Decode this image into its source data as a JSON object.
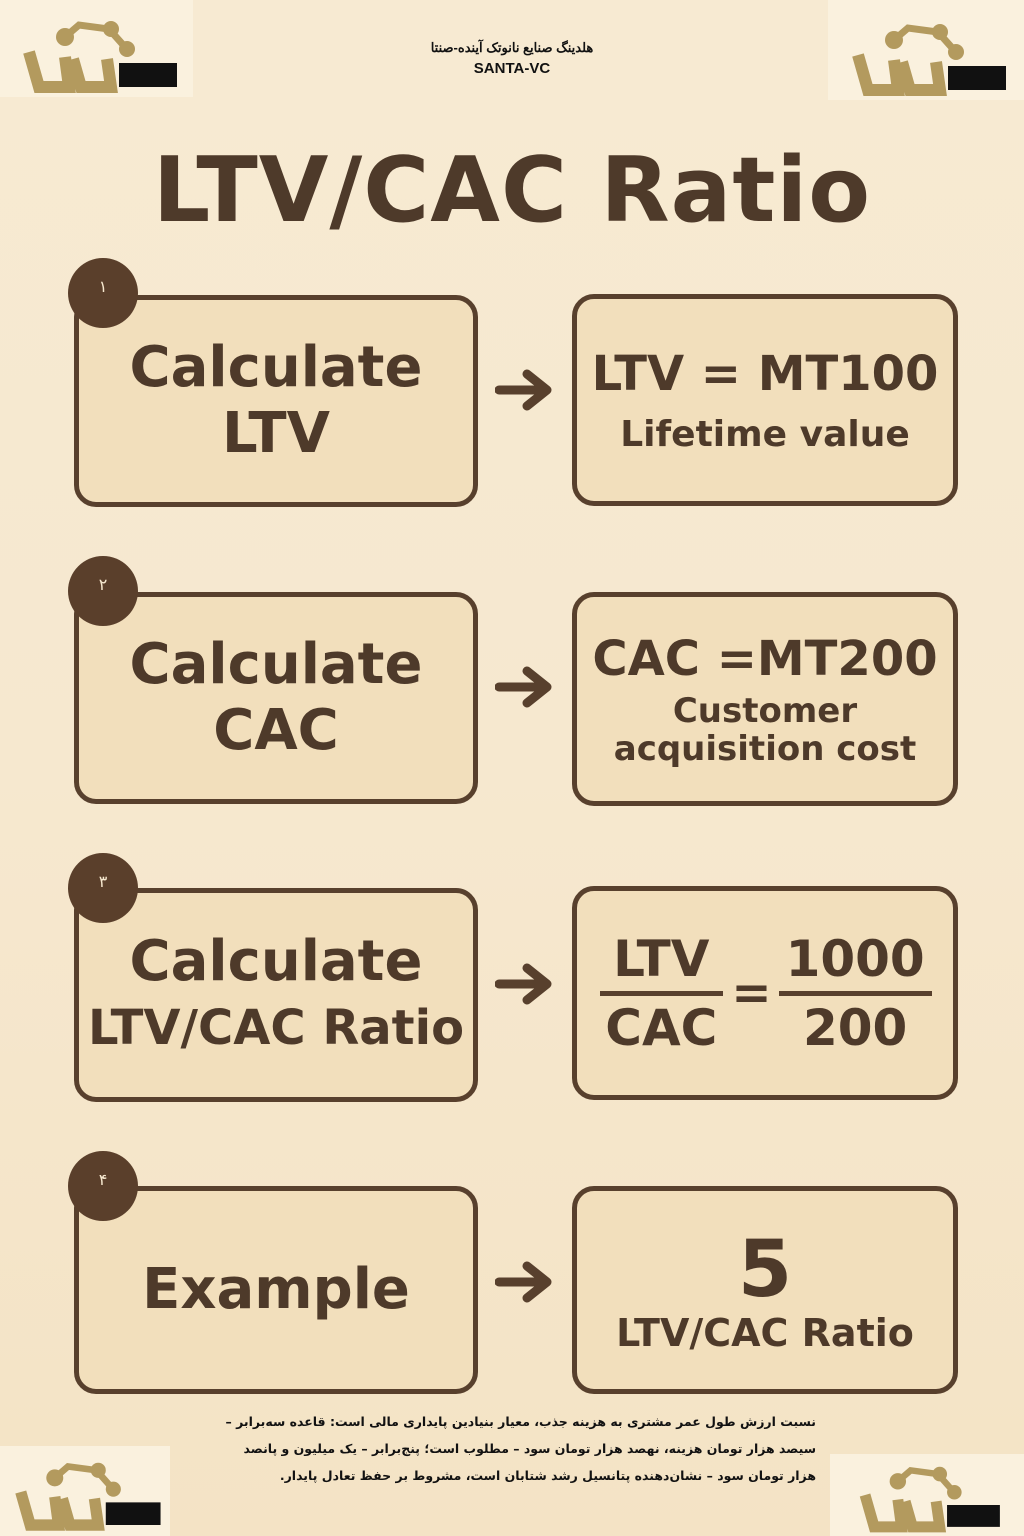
{
  "header": {
    "org_fa": "هلدینگ صنایع نانوتک آینده-صنتا",
    "org_en": "SANTA-VC"
  },
  "title": "LTV/CAC Ratio",
  "steps": [
    {
      "number": "١",
      "left_lines": [
        "Calculate",
        "LTV"
      ],
      "right": {
        "type": "text",
        "main": "LTV = MT100",
        "sub": "Lifetime value"
      }
    },
    {
      "number": "٢",
      "left_lines": [
        "Calculate",
        "CAC"
      ],
      "right": {
        "type": "text",
        "main": "CAC =MT200",
        "sub": "Customer acquisition cost"
      }
    },
    {
      "number": "٣",
      "left_lines": [
        "Calculate",
        "LTV/CAC Ratio"
      ],
      "right": {
        "type": "fraction",
        "left_num": "LTV",
        "left_den": "CAC",
        "equals": "=",
        "right_num": "1000",
        "right_den": "200"
      }
    },
    {
      "number": "۴",
      "left_lines": [
        "Example"
      ],
      "right": {
        "type": "text",
        "main": "5",
        "sub": "LTV/CAC Ratio"
      }
    }
  ],
  "footer": {
    "text": "نسبت ارزش طول عمر مشتری به هزینه جذب، معیار بنیادین پایداری مالی است: قاعده سه‌برابر – سیصد هزار تومان هزینه، نهصد هزار تومان سود – مطلوب است؛ پنج‌برابر – یک میلیون و پانصد هزار تومان سود – نشان‌دهنده پتانسیل رشد شتابان است، مشروط بر حفظ تعادل پایدار."
  },
  "colors": {
    "background": "#f6e8cf",
    "box_fill": "#f2dfbc",
    "border": "#58402d",
    "text": "#4e3a2a",
    "logo_gold": "#b39a5e",
    "logo_black": "#111111"
  }
}
